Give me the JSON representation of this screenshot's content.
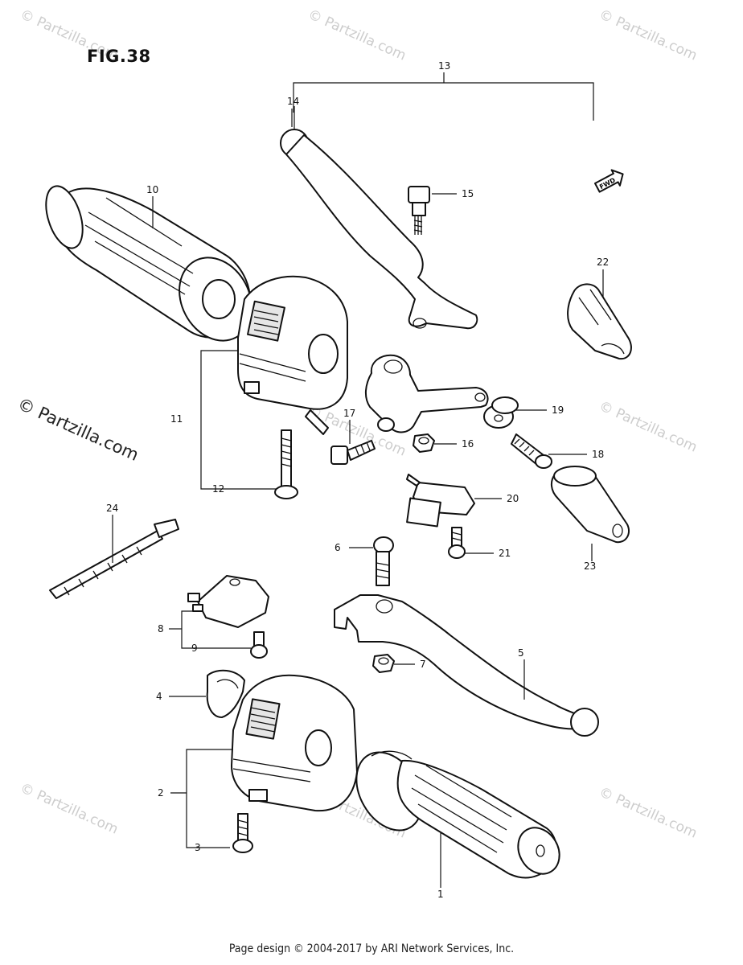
{
  "figure": {
    "title": "FIG.38"
  },
  "copyright_side": "© Partzilla.com",
  "watermark": "© Partzilla.com",
  "footer": "Page design © 2004-2017 by ARI Network Services, Inc.",
  "fwd_label": "FWD",
  "callouts": {
    "c1": "1",
    "c2": "2",
    "c3": "3",
    "c4": "4",
    "c5": "5",
    "c6": "6",
    "c7": "7",
    "c8": "8",
    "c9": "9",
    "c10": "10",
    "c11": "11",
    "c12": "12",
    "c13": "13",
    "c14": "14",
    "c15": "15",
    "c16": "16",
    "c17": "17",
    "c18": "18",
    "c19": "19",
    "c20": "20",
    "c21": "21",
    "c22": "22",
    "c23": "23",
    "c24": "24"
  }
}
